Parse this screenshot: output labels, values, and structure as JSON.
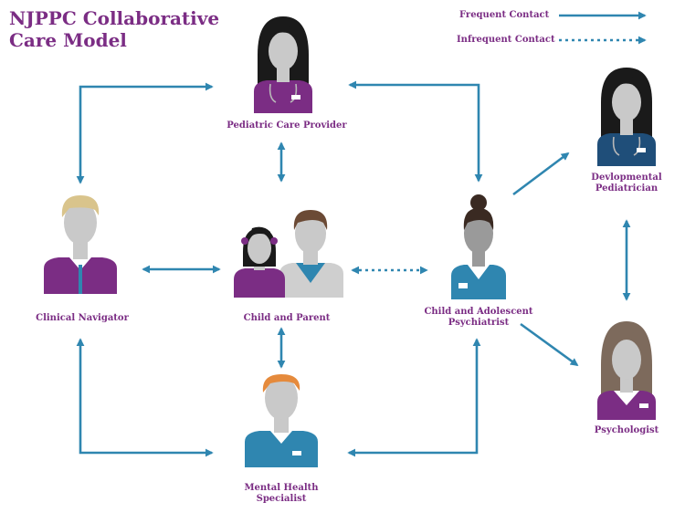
{
  "title": {
    "line1": "NJPPC Collaborative",
    "line2": "Care Model"
  },
  "legend": {
    "frequent": "Frequent Contact",
    "infrequent": "Infrequent Contact"
  },
  "nodes": {
    "pediatric": "Pediatric Care Provider",
    "developmental": "Devlopmental\nPediatrician",
    "navigator": "Clinical Navigator",
    "child_parent": "Child and Parent",
    "psychiatrist": "Child and Adolescent\nPsychiatrist",
    "psychologist": "Psychologist",
    "mental_health": "Mental Health\nSpecialist"
  },
  "colors": {
    "title": "#7b2d84",
    "label": "#7b2d84",
    "arrow": "#2f86b0",
    "purple_shirt": "#7b2d84",
    "teal_shirt": "#2f86b0",
    "skin": "#c9c9c9",
    "hair_dark": "#1a1a1a",
    "hair_blond": "#d9c48c",
    "hair_brown": "#6b4a35",
    "hair_orange": "#e58a3c",
    "hair_light_brown": "#7d6a5c"
  }
}
